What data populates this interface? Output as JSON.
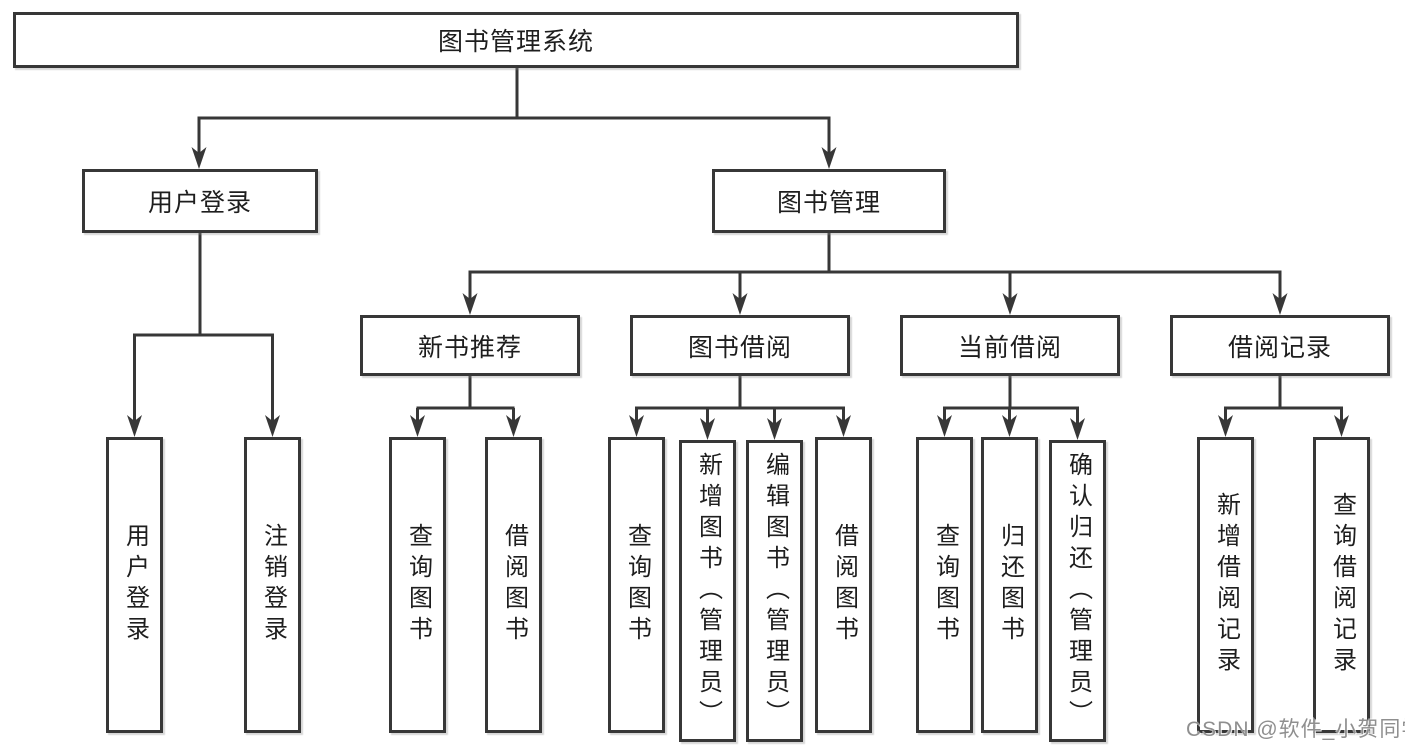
{
  "diagram_title": "图书管理系统",
  "tree": {
    "label": "图书管理系统",
    "children": [
      {
        "label": "用户登录",
        "children": [
          {
            "label": "用户登录"
          },
          {
            "label": "注销登录"
          }
        ]
      },
      {
        "label": "图书管理",
        "children": [
          {
            "label": "新书推荐",
            "children": [
              {
                "label": "查询图书"
              },
              {
                "label": "借阅图书"
              }
            ]
          },
          {
            "label": "图书借阅",
            "children": [
              {
                "label": "查询图书"
              },
              {
                "label": "新增图书（管理员）"
              },
              {
                "label": "编辑图书（管理员）"
              },
              {
                "label": "借阅图书"
              }
            ]
          },
          {
            "label": "当前借阅",
            "children": [
              {
                "label": "查询图书"
              },
              {
                "label": "归还图书"
              },
              {
                "label": "确认归还（管理员）"
              }
            ]
          },
          {
            "label": "借阅记录",
            "children": [
              {
                "label": "新增借阅记录"
              },
              {
                "label": "查询借阅记录"
              }
            ]
          }
        ]
      }
    ]
  },
  "watermark": {
    "text": "CSDN @软件_小贺同学"
  },
  "colors": {
    "background": "#ffffff",
    "line": "#373737",
    "box_border": "#373737",
    "text": "#1e1e1e",
    "watermark": "#8f8f8f"
  }
}
